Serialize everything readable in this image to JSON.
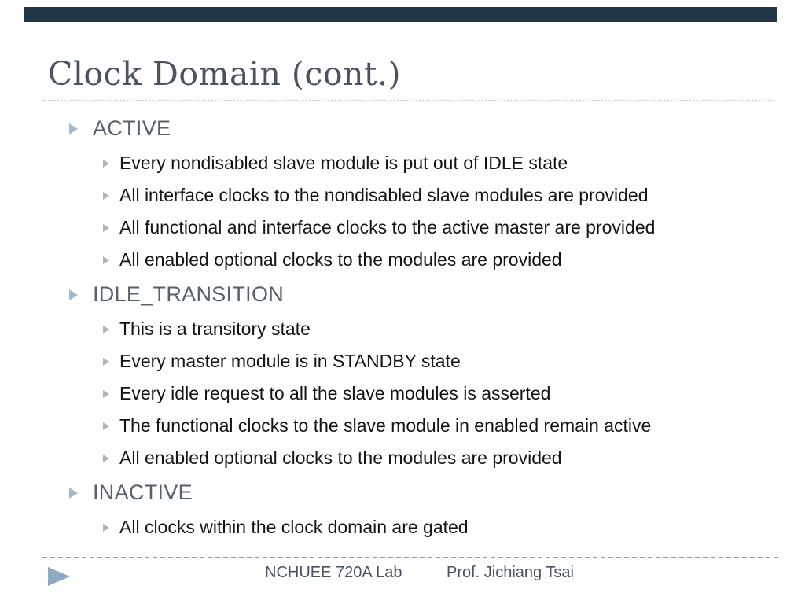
{
  "slide": {
    "title": "Clock Domain (cont.)",
    "sections": [
      {
        "heading": "ACTIVE",
        "items": [
          "Every nondisabled slave module is put out of IDLE state",
          "All interface clocks to the nondisabled slave modules are provided",
          "All functional and interface clocks to the active master are provided",
          "All enabled optional clocks to the modules are provided"
        ]
      },
      {
        "heading": "IDLE_TRANSITION",
        "items": [
          "This is a transitory state",
          "Every master module is in STANDBY state",
          "Every idle request to all the slave modules is asserted",
          "The functional clocks to the slave module in enabled remain active",
          "All enabled optional clocks to the modules are provided"
        ]
      },
      {
        "heading": "INACTIVE",
        "items": [
          "All clocks within the clock domain are gated"
        ]
      }
    ],
    "footer": {
      "lab": "NCHUEE 720A Lab",
      "professor": "Prof. Jichiang Tsai"
    },
    "icons": {
      "level1_bullet": "right-triangle-icon",
      "level2_bullet": "right-triangle-icon",
      "footer_arrow": "play-triangle-icon"
    },
    "colors": {
      "top_bar": "#203646",
      "title_text": "#4B5260",
      "title_separator": "#C8C8C8",
      "section_heading": "#57606C",
      "body_text": "#141414",
      "level1_bullet": "#A4B9CC",
      "level2_bullet": "#AFB3B8",
      "footer_separator": "#7E9BB5",
      "footer_text": "#4A5260",
      "footer_arrow": "#8EA9C1",
      "slide_bg": "#FFFFFF"
    }
  }
}
